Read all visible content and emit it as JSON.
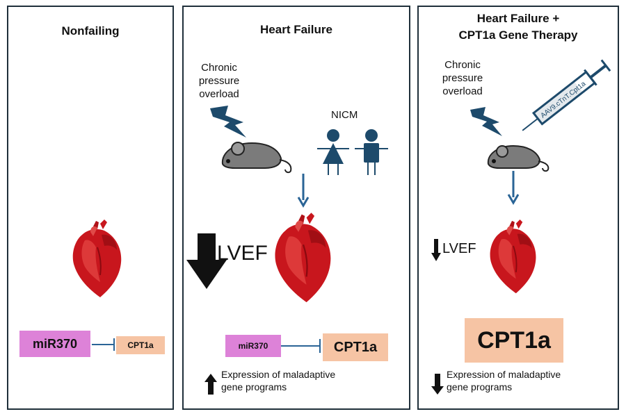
{
  "panels": {
    "nonfailing": {
      "title": "Nonfailing",
      "mir_label": "miR370",
      "cpt_label": "CPT1a"
    },
    "heart_failure": {
      "title": "Heart Failure",
      "chronic_label": [
        "Chronic",
        "pressure",
        "overload"
      ],
      "nicm_label": "NICM",
      "lvef_label": "LVEF",
      "mir_label": "miR370",
      "cpt_label": "CPT1a",
      "expression_label": [
        "Expression of maladaptive",
        "gene programs"
      ]
    },
    "gene_therapy": {
      "title_line1": "Heart Failure +",
      "title_line2": "CPT1a Gene Therapy",
      "chronic_label": [
        "Chronic",
        "pressure",
        "overload"
      ],
      "syringe_label": "AAV9.cTnT.Cpt1a",
      "lvef_label": "LVEF",
      "cpt_label": "CPT1a",
      "expression_label": [
        "Expression of maladaptive",
        "gene programs"
      ]
    }
  },
  "colors": {
    "border": "#1f2f3a",
    "navy": "#1d4a6b",
    "arrow_blue": "#2a6496",
    "mir_pink": "#dd82d8",
    "cpt_peach": "#f6c4a4",
    "heart_red": "#c8161d",
    "mouse_gray": "#7b7b7b"
  },
  "icons": [
    "heart-icon",
    "mouse-icon",
    "lightning-icon",
    "female-person-icon",
    "male-person-icon",
    "syringe-icon",
    "down-arrow-icon",
    "up-arrow-icon",
    "inhibition-icon"
  ]
}
